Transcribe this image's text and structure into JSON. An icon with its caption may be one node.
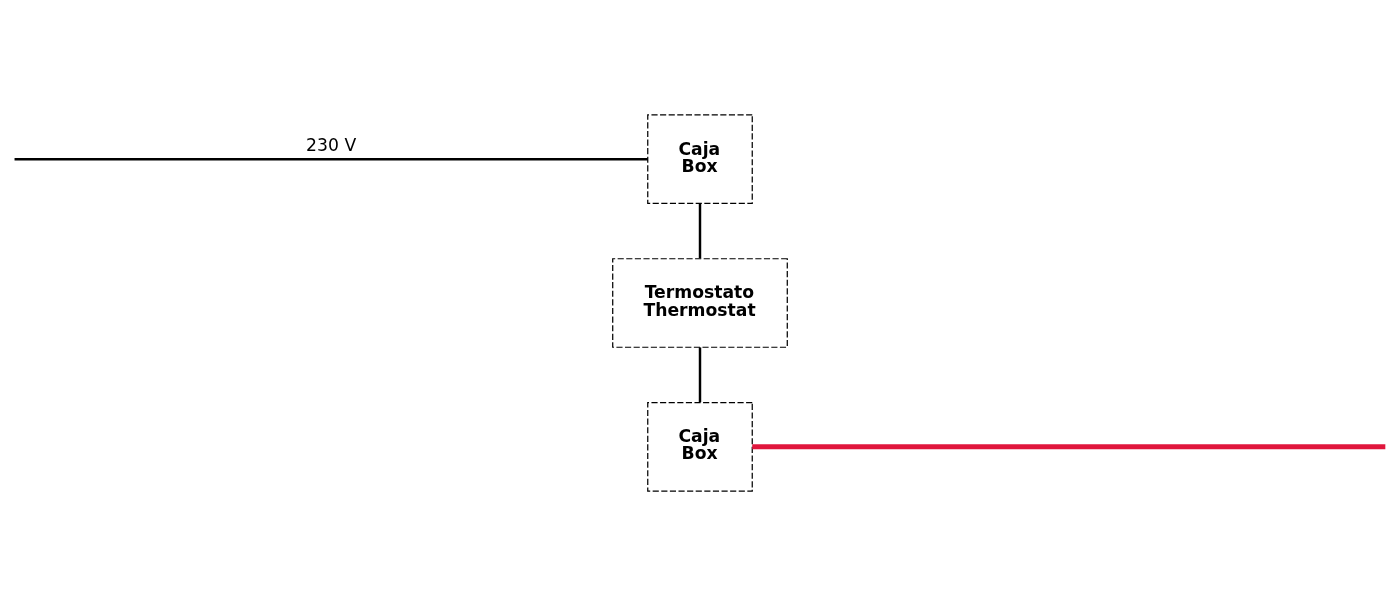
{
  "diagram": {
    "nodes": [
      {
        "text": [
          "Caja",
          "Box"
        ]
      },
      {
        "text": [
          "Termostato",
          "Thermostat"
        ]
      },
      {
        "text": [
          "Caja",
          "Box"
        ]
      }
    ],
    "edges": [
      {
        "from": null,
        "to": 0,
        "arrow": "none",
        "label": "230 V"
      },
      {
        "from": 0,
        "to": 1,
        "arrow": "none"
      },
      {
        "from": 1,
        "to": 2,
        "arrow": "none"
      },
      {
        "from": 2,
        "to": null,
        "arrow": "none",
        "style": "thick",
        "color": "#e0163c"
      }
    ]
  }
}
